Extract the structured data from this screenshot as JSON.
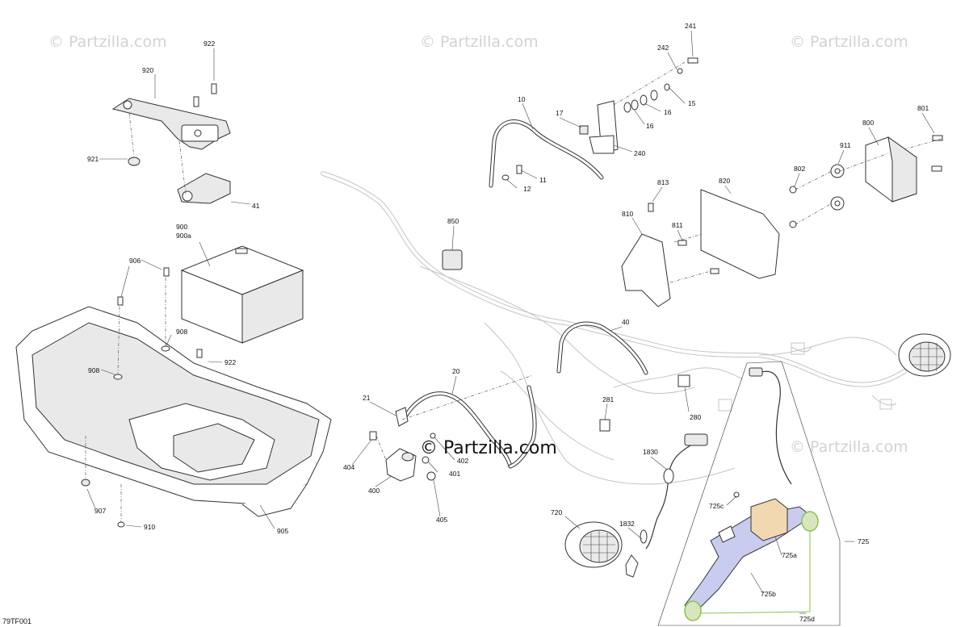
{
  "watermark": "© Partzilla.com",
  "figure_code": "79TF001",
  "colors": {
    "highlight": "#8bc34a",
    "highlight_fill": "#d8e6c0",
    "box_fill": "#f2d8b0",
    "bracket_fill": "#c9cbef"
  },
  "labels": {
    "l920": "920",
    "l922": "922",
    "l921": "921",
    "l41": "41",
    "l900": "900",
    "l900a": "900a",
    "l906": "906",
    "l908a": "908",
    "l908b": "908",
    "l922b": "922",
    "l907": "907",
    "l910": "910",
    "l905": "905",
    "l10": "10",
    "l17": "17",
    "l11": "11",
    "l12": "12",
    "l240": "240",
    "l242": "242",
    "l241": "241",
    "l15": "15",
    "l16a": "16",
    "l16b": "16",
    "l800": "800",
    "l801": "801",
    "l911": "911",
    "l802": "802",
    "l820": "820",
    "l813": "813",
    "l810": "810",
    "l811": "811",
    "l850": "850",
    "l40": "40",
    "l20": "20",
    "l21": "21",
    "l404": "404",
    "l400": "400",
    "l401": "401",
    "l402": "402",
    "l405": "405",
    "l281": "281",
    "l280": "280",
    "l1830": "1830",
    "l1832": "1832",
    "l720": "720",
    "l725": "725",
    "l725a": "725a",
    "l725b": "725b",
    "l725c": "725c",
    "l725d": "725d"
  }
}
